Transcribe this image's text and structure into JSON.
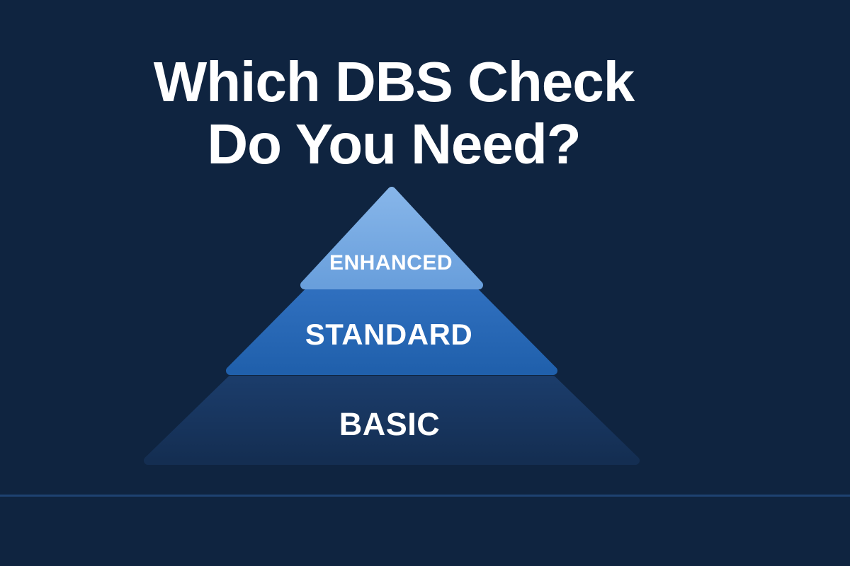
{
  "canvas": {
    "background": "#0f2440",
    "divider_color": "#1e4271"
  },
  "title": {
    "line1": "Which DBS Check",
    "line2": "Do You Need?",
    "color": "#ffffff"
  },
  "pyramid": {
    "tiers": [
      {
        "id": "enhanced",
        "label": "ENHANCED",
        "color_top": "#86b5e9",
        "color_bottom": "#699fdc",
        "text_color": "#ffffff"
      },
      {
        "id": "standard",
        "label": "STANDARD",
        "color_top": "#2f6fbe",
        "color_bottom": "#2060ac",
        "text_color": "#ffffff"
      },
      {
        "id": "basic",
        "label": "BASIC",
        "color_top": "#1b3c6a",
        "color_bottom": "#142e52",
        "text_color": "#ffffff"
      }
    ]
  }
}
